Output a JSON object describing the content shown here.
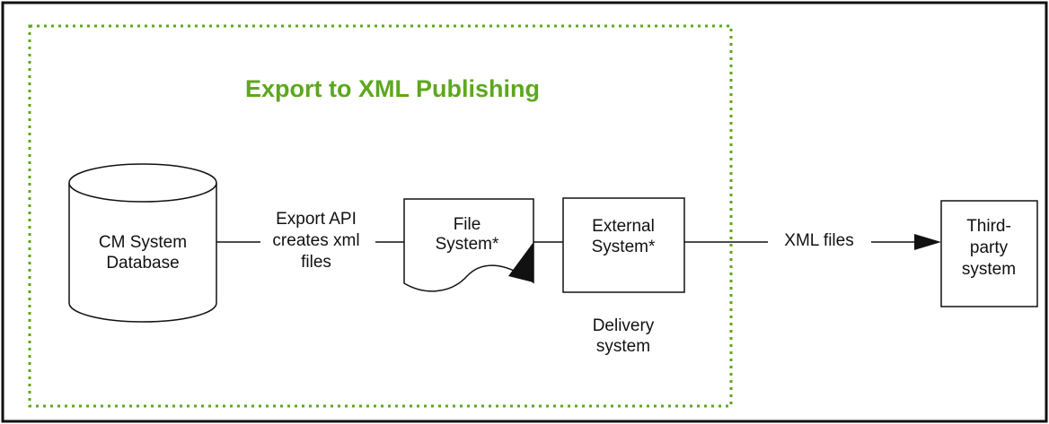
{
  "diagram": {
    "title": "Export to XML Publishing",
    "colors": {
      "accent": "#5ea71e",
      "stroke": "#111111",
      "background": "#ffffff"
    },
    "nodes": {
      "database": {
        "line1": "CM System",
        "line2": "Database"
      },
      "file_system": {
        "line1": "File",
        "line2": "System*"
      },
      "external_system": {
        "line1": "External",
        "line2": "System*"
      },
      "third_party": {
        "line1": "Third-",
        "line2": "party",
        "line3": "system"
      }
    },
    "edges": {
      "export_api": {
        "line1": "Export API",
        "line2": "creates xml",
        "line3": "files"
      },
      "xml_files": {
        "label": "XML files"
      }
    },
    "delivery": {
      "line1": "Delivery",
      "line2": "system"
    }
  }
}
